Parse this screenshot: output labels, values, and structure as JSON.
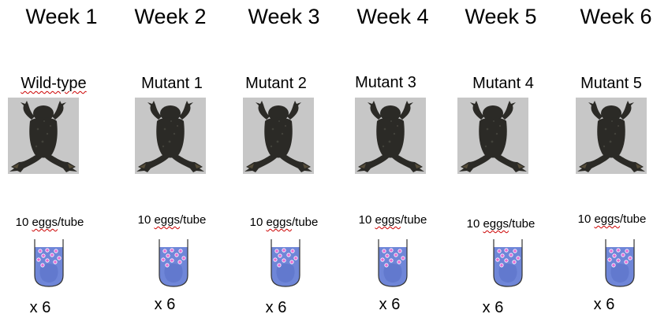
{
  "columns": [
    {
      "week": "Week 1",
      "strain": "Wild-type",
      "eggs_label_num": "10",
      "eggs_label_word": "eggs",
      "eggs_label_rest": "/tube",
      "count": "x 6"
    },
    {
      "week": "Week 2",
      "strain": "Mutant 1",
      "eggs_label_num": "10",
      "eggs_label_word": "eggs",
      "eggs_label_rest": "/tube",
      "count": "x 6"
    },
    {
      "week": "Week 3",
      "strain": "Mutant 2",
      "eggs_label_num": "10",
      "eggs_label_word": "eggs",
      "eggs_label_rest": "/tube",
      "count": "x 6"
    },
    {
      "week": "Week 4",
      "strain": "Mutant 3",
      "eggs_label_num": "10",
      "eggs_label_word": "eggs",
      "eggs_label_rest": "/tube",
      "count": "x 6"
    },
    {
      "week": "Week 5",
      "strain": "Mutant 4",
      "eggs_label_num": "10",
      "eggs_label_word": "eggs",
      "eggs_label_rest": "/tube",
      "count": "x 6"
    },
    {
      "week": "Week 6",
      "strain": "Mutant 5",
      "eggs_label_num": "10",
      "eggs_label_word": "eggs",
      "eggs_label_rest": "/tube",
      "count": "x 6"
    }
  ],
  "colors": {
    "frog_background": "#c7c7c7",
    "frog_body": "#2b2a26",
    "liquid": "#6f86d8",
    "egg": "#e56bd2"
  }
}
